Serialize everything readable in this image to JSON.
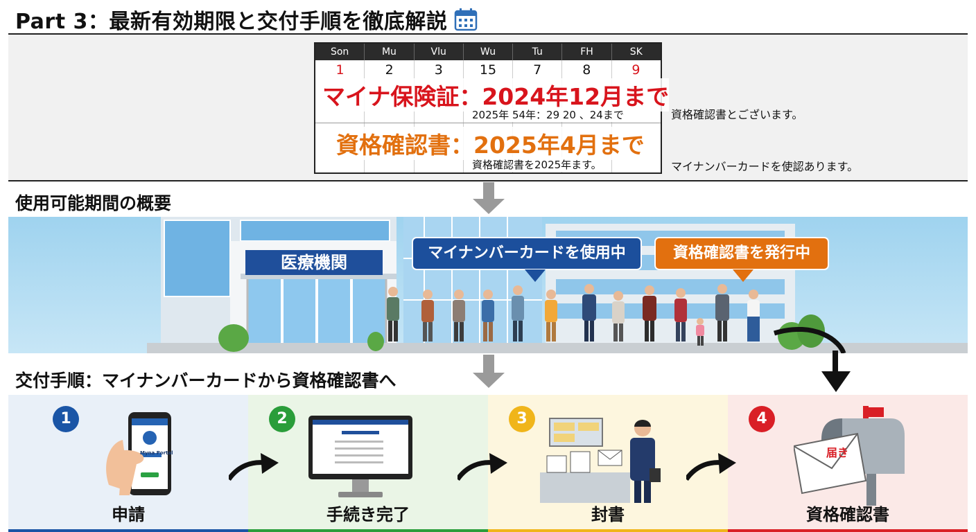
{
  "header": {
    "title": "Part 3：最新有効期限と交付手順を徹底解説",
    "icon": "calendar-icon"
  },
  "calendar": {
    "days": [
      "Son",
      "Mu",
      "Vlu",
      "Wu",
      "Tu",
      "FH",
      "SK"
    ],
    "dates": [
      "1",
      "2",
      "3",
      "15",
      "7",
      "8",
      "9"
    ],
    "line1": "マイナ保険証：2024年12月まで",
    "line1_sub": "2025年 54年：29 20 、24まで",
    "line2": "資格確認書：2025年4月まで",
    "line2_sub": "資格確認書を2025年ます。"
  },
  "notes": {
    "note1": "資格確認書とございます。",
    "note2": "マイナンバーカードを使認あります。"
  },
  "section1": {
    "title": "使用可能期間の概要"
  },
  "scene": {
    "building_sign": "医療機関",
    "bubble_blue": "マイナンバーカードを使用中",
    "bubble_orange": "資格確認書を発行中"
  },
  "section2": {
    "title": "交付手順：マイナンバーカードから資格確認書へ"
  },
  "steps": [
    {
      "num": "1",
      "label": "申請",
      "phone_brand": "Myna Portal"
    },
    {
      "num": "2",
      "label": "手続き完了"
    },
    {
      "num": "3",
      "label": "封書"
    },
    {
      "num": "4",
      "label": "資格確認書",
      "envelope_text": "届き"
    }
  ],
  "colors": {
    "red": "#d8141c",
    "orange": "#e2700f",
    "blue": "#1c4f9c",
    "step1": "#1a55a6",
    "step2": "#2a9d3a",
    "step3": "#f0b51a",
    "step4": "#d91f26"
  }
}
